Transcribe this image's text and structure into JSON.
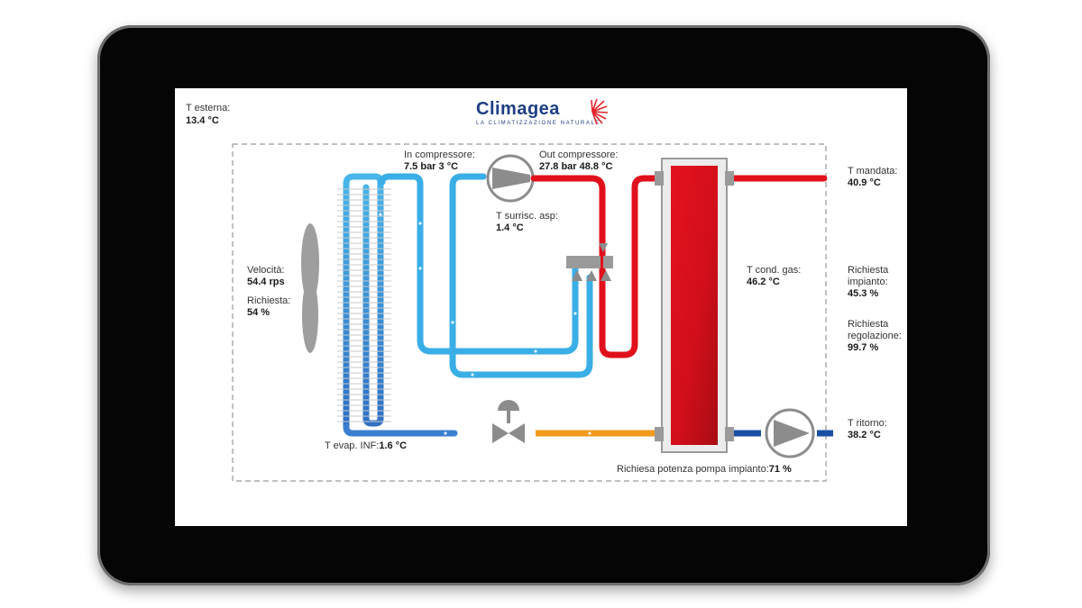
{
  "logo": {
    "brand": "Climagea",
    "tagline": "LA CLIMATIZZAZIONE NATURALE"
  },
  "external_temp": {
    "label": "T esterna:",
    "value": "13.4 °C"
  },
  "fan": {
    "speed_label": "Velocità:",
    "speed_value": "54.4 rps",
    "request_label": "Richiesta:",
    "request_value": "54 %"
  },
  "compressor_in": {
    "label": "In compressore:",
    "value": "7.5 bar  3 °C"
  },
  "compressor_out": {
    "label": "Out compressore:",
    "value": "27.8 bar  48.8 °C"
  },
  "superheat": {
    "label": "T surrisc. asp:",
    "value": "1.4 °C"
  },
  "evaporator": {
    "label": "T evap. INF:",
    "value": "1.6 °C"
  },
  "condenser": {
    "label": "T cond. gas:",
    "value": "46.2 °C"
  },
  "supply": {
    "label": "T mandata:",
    "value": "40.9 °C"
  },
  "plant_request": {
    "label_line1": "Richiesta",
    "label_line2": "impianto:",
    "value": "45.3 %"
  },
  "regulation_request": {
    "label_line1": "Richiesta",
    "label_line2": "regolazione:",
    "value": "99.7 %"
  },
  "return": {
    "label": "T ritorno:",
    "value": "38.2 °C"
  },
  "pump_request": {
    "label": "Richiesa potenza pompa impianto:",
    "value": "71 %"
  },
  "colors": {
    "cold_pipe": "#3aaee6",
    "evaporator_blue": "#3b7fd0",
    "hot_pipe": "#e0101c",
    "liquid_pipe": "#f19a1c",
    "return_pipe": "#1b4fa6",
    "condenser": "#d9101c",
    "logo_blue": "#1e3e84",
    "logo_red": "#e3252b"
  }
}
